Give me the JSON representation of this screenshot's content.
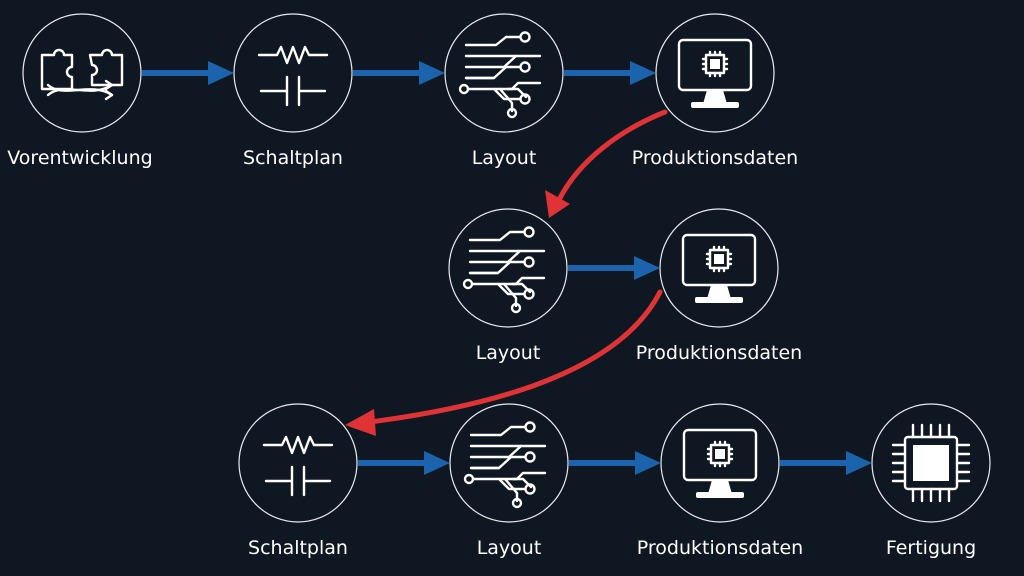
{
  "labels": {
    "r1_vorentwicklung": "Vorentwicklung",
    "r1_schaltplan": "Schaltplan",
    "r1_layout": "Layout",
    "r1_produktionsdaten": "Produktionsdaten",
    "r2_layout": "Layout",
    "r2_produktionsdaten": "Produktionsdaten",
    "r3_schaltplan": "Schaltplan",
    "r3_layout": "Layout",
    "r3_produktionsdaten": "Produktionsdaten",
    "r3_fertigung": "Fertigung"
  },
  "icons": {
    "r1_vorentwicklung": "puzzle-icon",
    "r1_schaltplan": "schematic-icon",
    "r1_layout": "circuit-traces-icon",
    "r1_produktionsdaten": "monitor-chip-icon",
    "r2_layout": "circuit-traces-icon",
    "r2_produktionsdaten": "monitor-chip-icon",
    "r3_schaltplan": "schematic-icon",
    "r3_layout": "circuit-traces-icon",
    "r3_produktionsdaten": "monitor-chip-icon",
    "r3_fertigung": "chip-icon"
  },
  "colors": {
    "background": "#0f1722",
    "forward_arrow": "#1b63ad",
    "iteration_arrow": "#e03336",
    "foreground": "#ffffff"
  }
}
